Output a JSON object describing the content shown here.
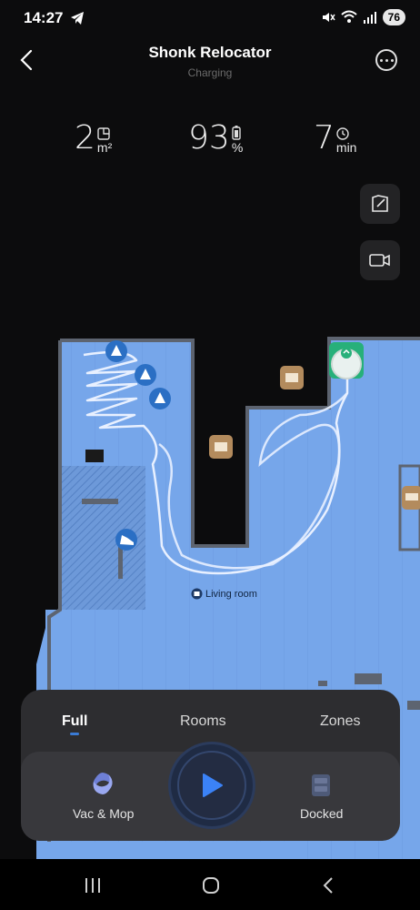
{
  "status_bar": {
    "time": "14:27",
    "battery": "76"
  },
  "header": {
    "title": "Shonk Relocator",
    "subtitle": "Charging"
  },
  "stats": [
    {
      "value": "2",
      "unit": "m²",
      "icon": "area-icon"
    },
    {
      "value": "93",
      "unit": "%",
      "icon": "battery-icon"
    },
    {
      "value": "7",
      "unit": "min",
      "icon": "clock-icon"
    }
  ],
  "map": {
    "room_label": "Living room"
  },
  "tabs": [
    {
      "label": "Full",
      "active": true
    },
    {
      "label": "Rooms",
      "active": false
    },
    {
      "label": "Zones",
      "active": false
    }
  ],
  "controls": {
    "mode_label": "Vac & Mop",
    "dock_label": "Docked"
  },
  "colors": {
    "accent": "#3a7bd5",
    "map_floor": "#76a6ea",
    "map_wall": "#5f6673",
    "dock_green": "#27b07a"
  }
}
